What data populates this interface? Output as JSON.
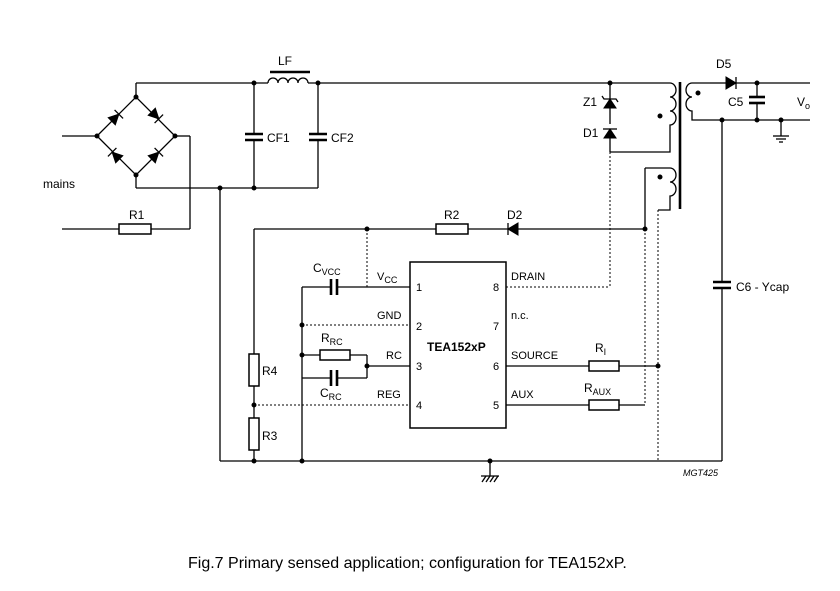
{
  "labels": {
    "mains": "mains",
    "lf": "LF",
    "cf1": "CF1",
    "cf2": "CF2",
    "r1": "R1",
    "r2": "R2",
    "d2": "D2",
    "z1": "Z1",
    "d1": "D1",
    "d5": "D5",
    "c5": "C5",
    "vo_main": "V",
    "vo_sub": "o",
    "cvcc_main": "C",
    "cvcc_sub": "VCC",
    "rrc_main": "R",
    "rrc_sub": "RC",
    "crc_main": "C",
    "crc_sub": "RC",
    "r4": "R4",
    "r3": "R3",
    "ri_main": "R",
    "ri_sub": "I",
    "raux_main": "R",
    "raux_sub": "AUX",
    "c6": "C6 - Ycap",
    "code": "MGT425"
  },
  "chip": {
    "name": "TEA152xP",
    "left_pins": [
      {
        "number": "1",
        "name_main": "V",
        "name_sub": "CC"
      },
      {
        "number": "2",
        "name_main": "GND",
        "name_sub": ""
      },
      {
        "number": "3",
        "name_main": "RC",
        "name_sub": ""
      },
      {
        "number": "4",
        "name_main": "REG",
        "name_sub": ""
      }
    ],
    "right_pins": [
      {
        "number": "8",
        "name": "DRAIN"
      },
      {
        "number": "7",
        "name": "n.c."
      },
      {
        "number": "6",
        "name": "SOURCE"
      },
      {
        "number": "5",
        "name": "AUX"
      }
    ]
  },
  "caption": "Fig.7  Primary sensed application; configuration for TEA152xP."
}
